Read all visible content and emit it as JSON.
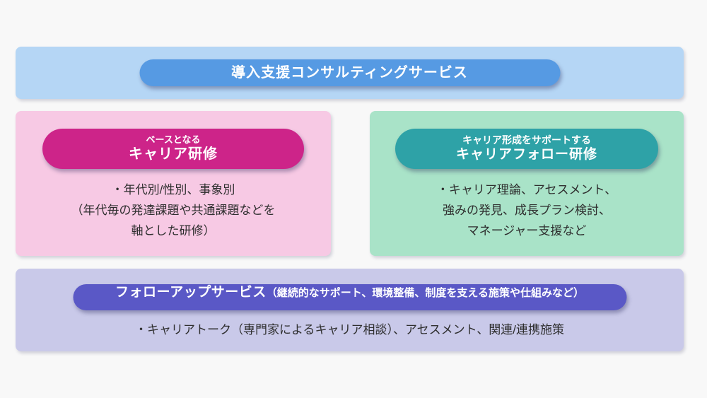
{
  "page": {
    "background": "#f8f8f8",
    "body_text_color": "#2e2e2e"
  },
  "header": {
    "band_bg": "#b5d6f5",
    "pill_bg": "#569ae3",
    "title": "導入支援コンサルティングサービス"
  },
  "career_training": {
    "box_bg": "#f7c9e4",
    "pill_bg": "#cd2489",
    "pill_line1": "ベースとなる",
    "pill_line2": "キャリア研修",
    "body_line1": "・年代別/性別、事象別",
    "body_line2": "（年代毎の発達課題や共通課題などを",
    "body_line3": "軸とした研修）"
  },
  "career_follow": {
    "box_bg": "#a9e3c8",
    "pill_bg": "#2ea2a7",
    "pill_line1": "キャリア形成をサポートする",
    "pill_line2": "キャリアフォロー研修",
    "body_line1": "・キャリア理論、アセスメント、",
    "body_line2": "強みの発見、成長プラン検討、",
    "body_line3": "マネージャー支援など"
  },
  "followup": {
    "box_bg": "#c9c9e9",
    "pill_bg": "#5a58c6",
    "pill_title": "フォローアップサービス",
    "pill_subtitle": "（継続的なサポート、環境整備、制度を支える施策や仕組みなど）",
    "body": "・キャリアトーク（専門家によるキャリア相談）、アセスメント、関連/連携施策"
  }
}
